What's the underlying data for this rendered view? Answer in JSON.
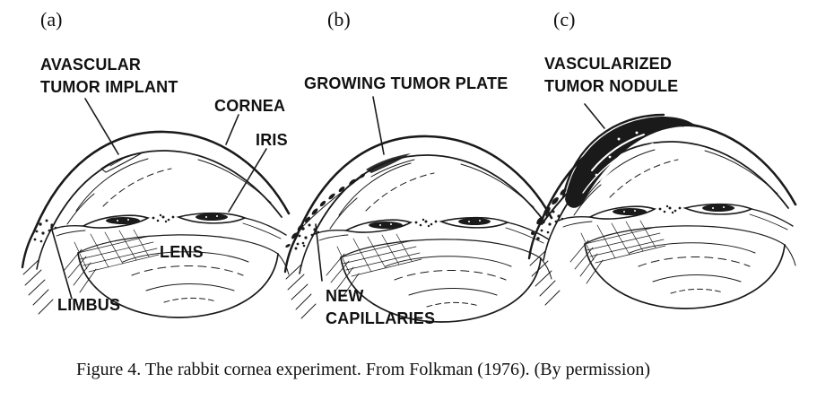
{
  "figure": {
    "caption": "Figure 4. The rabbit cornea experiment. From Folkman (1976). (By permission)",
    "colors": {
      "ink": "#1a1a1a",
      "background": "#ffffff"
    },
    "panels": [
      {
        "letter": "(a)",
        "labels": {
          "implant": "AVASCULAR\nTUMOR IMPLANT",
          "cornea": "CORNEA",
          "iris": "IRIS",
          "lens": "LENS",
          "limbus": "LIMBUS"
        }
      },
      {
        "letter": "(b)",
        "labels": {
          "plate": "GROWING TUMOR PLATE",
          "capillaries": "NEW\nCAPILLARIES"
        }
      },
      {
        "letter": "(c)",
        "labels": {
          "nodule": "VASCULARIZED\nTUMOR NODULE"
        }
      }
    ]
  }
}
